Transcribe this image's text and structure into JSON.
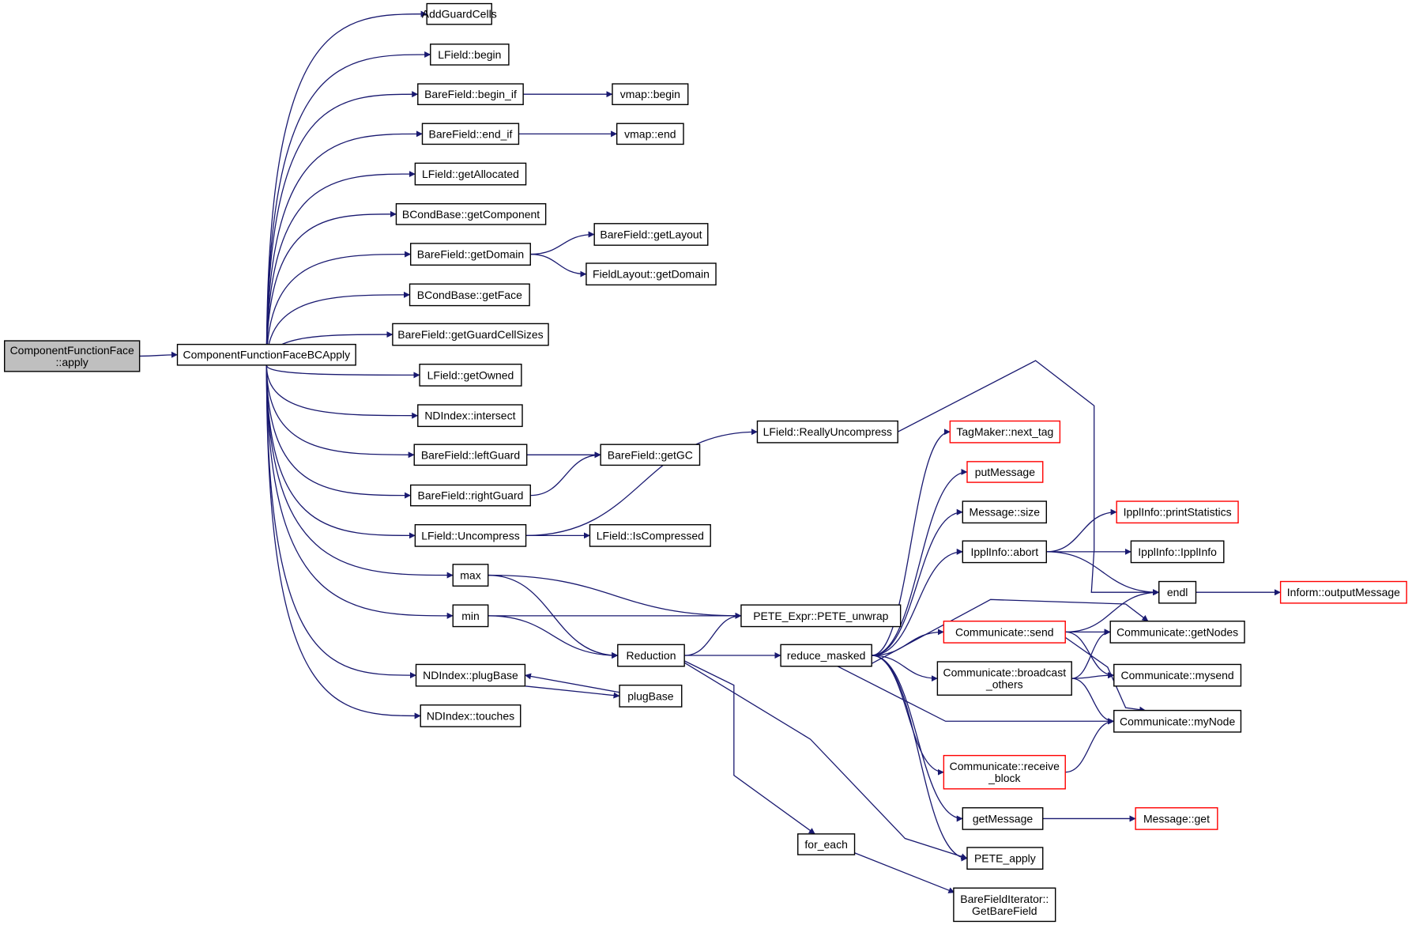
{
  "diagram": {
    "colors": {
      "edge": "#191970",
      "border": "#000000",
      "truncated_border": "#ff0000",
      "root_fill": "#bfbfbf"
    },
    "nodes": [
      {
        "id": "cffa",
        "lines": [
          "ComponentFunctionFace",
          "::apply"
        ],
        "style": "root"
      },
      {
        "id": "cffbca",
        "lines": [
          "ComponentFunctionFaceBCApply"
        ]
      },
      {
        "id": "agc",
        "lines": [
          "AddGuardCells"
        ]
      },
      {
        "id": "lfbegin",
        "lines": [
          "LField::begin"
        ]
      },
      {
        "id": "bfbeginif",
        "lines": [
          "BareField::begin_if"
        ]
      },
      {
        "id": "vmapbegin",
        "lines": [
          "vmap::begin"
        ]
      },
      {
        "id": "bfendif",
        "lines": [
          "BareField::end_if"
        ]
      },
      {
        "id": "vmapend",
        "lines": [
          "vmap::end"
        ]
      },
      {
        "id": "lfgetalloc",
        "lines": [
          "LField::getAllocated"
        ]
      },
      {
        "id": "bcgetcomp",
        "lines": [
          "BCondBase::getComponent"
        ]
      },
      {
        "id": "bfgetdomain",
        "lines": [
          "BareField::getDomain"
        ]
      },
      {
        "id": "bfgetlayout",
        "lines": [
          "BareField::getLayout"
        ]
      },
      {
        "id": "flgetdomain",
        "lines": [
          "FieldLayout::getDomain"
        ]
      },
      {
        "id": "bcgetface",
        "lines": [
          "BCondBase::getFace"
        ]
      },
      {
        "id": "bfgcs",
        "lines": [
          "BareField::getGuardCellSizes"
        ]
      },
      {
        "id": "lfgetowned",
        "lines": [
          "LField::getOwned"
        ]
      },
      {
        "id": "ndintersect",
        "lines": [
          "NDIndex::intersect"
        ]
      },
      {
        "id": "bfleftguard",
        "lines": [
          "BareField::leftGuard"
        ]
      },
      {
        "id": "bfgetgc",
        "lines": [
          "BareField::getGC"
        ]
      },
      {
        "id": "bfrightguard",
        "lines": [
          "BareField::rightGuard"
        ]
      },
      {
        "id": "lfuncompress",
        "lines": [
          "LField::Uncompress"
        ]
      },
      {
        "id": "lfiscompressed",
        "lines": [
          "LField::IsCompressed"
        ]
      },
      {
        "id": "lfreallyuncompress",
        "lines": [
          "LField::ReallyUncompress"
        ]
      },
      {
        "id": "max",
        "lines": [
          "max"
        ]
      },
      {
        "id": "min",
        "lines": [
          "min"
        ]
      },
      {
        "id": "peteunwrap",
        "lines": [
          "PETE_Expr::PETE_unwrap"
        ]
      },
      {
        "id": "reduction",
        "lines": [
          "Reduction"
        ]
      },
      {
        "id": "reducemasked",
        "lines": [
          "reduce_masked"
        ]
      },
      {
        "id": "ndplugbase",
        "lines": [
          "NDIndex::plugBase"
        ]
      },
      {
        "id": "plugbase",
        "lines": [
          "plugBase"
        ]
      },
      {
        "id": "ndtouches",
        "lines": [
          "NDIndex::touches"
        ]
      },
      {
        "id": "foreach",
        "lines": [
          "for_each"
        ]
      },
      {
        "id": "bfigetbf",
        "lines": [
          "BareFieldIterator::",
          "GetBareField"
        ]
      },
      {
        "id": "tagmaker",
        "lines": [
          "TagMaker::next_tag"
        ],
        "style": "truncated"
      },
      {
        "id": "putmessage",
        "lines": [
          "putMessage"
        ],
        "style": "truncated"
      },
      {
        "id": "msgsize",
        "lines": [
          "Message::size"
        ]
      },
      {
        "id": "ipplabort",
        "lines": [
          "IpplInfo::abort"
        ]
      },
      {
        "id": "ipplprintstats",
        "lines": [
          "IpplInfo::printStatistics"
        ],
        "style": "truncated"
      },
      {
        "id": "ipplippl",
        "lines": [
          "IpplInfo::IpplInfo"
        ]
      },
      {
        "id": "endl",
        "lines": [
          "endl"
        ]
      },
      {
        "id": "informout",
        "lines": [
          "Inform::outputMessage"
        ],
        "style": "truncated"
      },
      {
        "id": "commsend",
        "lines": [
          "Communicate::send"
        ],
        "style": "truncated"
      },
      {
        "id": "commgetnodes",
        "lines": [
          "Communicate::getNodes"
        ]
      },
      {
        "id": "commbcast",
        "lines": [
          "Communicate::broadcast",
          "_others"
        ]
      },
      {
        "id": "commmysend",
        "lines": [
          "Communicate::mysend"
        ]
      },
      {
        "id": "commmynode",
        "lines": [
          "Communicate::myNode"
        ]
      },
      {
        "id": "commrecv",
        "lines": [
          "Communicate::receive",
          "_block"
        ],
        "style": "truncated"
      },
      {
        "id": "getmessage",
        "lines": [
          "getMessage"
        ]
      },
      {
        "id": "msgget",
        "lines": [
          "Message::get"
        ],
        "style": "truncated"
      },
      {
        "id": "peteapply",
        "lines": [
          "PETE_apply"
        ]
      }
    ],
    "edges": [
      [
        "cffa",
        "cffbca"
      ],
      [
        "cffbca",
        "agc"
      ],
      [
        "cffbca",
        "lfbegin"
      ],
      [
        "cffbca",
        "bfbeginif"
      ],
      [
        "cffbca",
        "bfendif"
      ],
      [
        "cffbca",
        "lfgetalloc"
      ],
      [
        "cffbca",
        "bcgetcomp"
      ],
      [
        "cffbca",
        "bfgetdomain"
      ],
      [
        "cffbca",
        "bcgetface"
      ],
      [
        "cffbca",
        "bfgcs"
      ],
      [
        "cffbca",
        "lfgetowned"
      ],
      [
        "cffbca",
        "ndintersect"
      ],
      [
        "cffbca",
        "bfleftguard"
      ],
      [
        "cffbca",
        "bfrightguard"
      ],
      [
        "cffbca",
        "lfuncompress"
      ],
      [
        "cffbca",
        "max"
      ],
      [
        "cffbca",
        "min"
      ],
      [
        "cffbca",
        "ndplugbase"
      ],
      [
        "cffbca",
        "ndtouches"
      ],
      [
        "bfbeginif",
        "vmapbegin"
      ],
      [
        "bfendif",
        "vmapend"
      ],
      [
        "bfgetdomain",
        "bfgetlayout"
      ],
      [
        "bfgetdomain",
        "flgetdomain"
      ],
      [
        "bfleftguard",
        "bfgetgc"
      ],
      [
        "bfrightguard",
        "bfgetgc"
      ],
      [
        "lfuncompress",
        "lfiscompressed"
      ],
      [
        "lfuncompress",
        "lfreallyuncompress"
      ],
      [
        "lfreallyuncompress",
        "endl"
      ],
      [
        "max",
        "peteunwrap"
      ],
      [
        "max",
        "reduction"
      ],
      [
        "min",
        "peteunwrap"
      ],
      [
        "min",
        "reduction"
      ],
      [
        "ndplugbase",
        "plugbase"
      ],
      [
        "plugbase",
        "ndplugbase"
      ],
      [
        "reduction",
        "peteunwrap"
      ],
      [
        "reduction",
        "reducemasked"
      ],
      [
        "reduction",
        "foreach"
      ],
      [
        "reduction",
        "peteapply"
      ],
      [
        "foreach",
        "bfigetbf"
      ],
      [
        "reducemasked",
        "tagmaker"
      ],
      [
        "reducemasked",
        "putmessage"
      ],
      [
        "reducemasked",
        "msgsize"
      ],
      [
        "reducemasked",
        "ipplabort"
      ],
      [
        "reducemasked",
        "commgetnodes"
      ],
      [
        "reducemasked",
        "commsend"
      ],
      [
        "reducemasked",
        "commbcast"
      ],
      [
        "reducemasked",
        "commmynode"
      ],
      [
        "reducemasked",
        "commrecv"
      ],
      [
        "reducemasked",
        "getmessage"
      ],
      [
        "reducemasked",
        "peteapply"
      ],
      [
        "ipplabort",
        "ipplprintstats"
      ],
      [
        "ipplabort",
        "ipplippl"
      ],
      [
        "ipplabort",
        "endl"
      ],
      [
        "endl",
        "informout"
      ],
      [
        "commsend",
        "endl"
      ],
      [
        "commsend",
        "commgetnodes"
      ],
      [
        "commsend",
        "commmysend"
      ],
      [
        "commsend",
        "commmynode"
      ],
      [
        "commbcast",
        "commgetnodes"
      ],
      [
        "commbcast",
        "commmysend"
      ],
      [
        "commbcast",
        "commmynode"
      ],
      [
        "commrecv",
        "commmynode"
      ],
      [
        "getmessage",
        "msgget"
      ]
    ]
  }
}
